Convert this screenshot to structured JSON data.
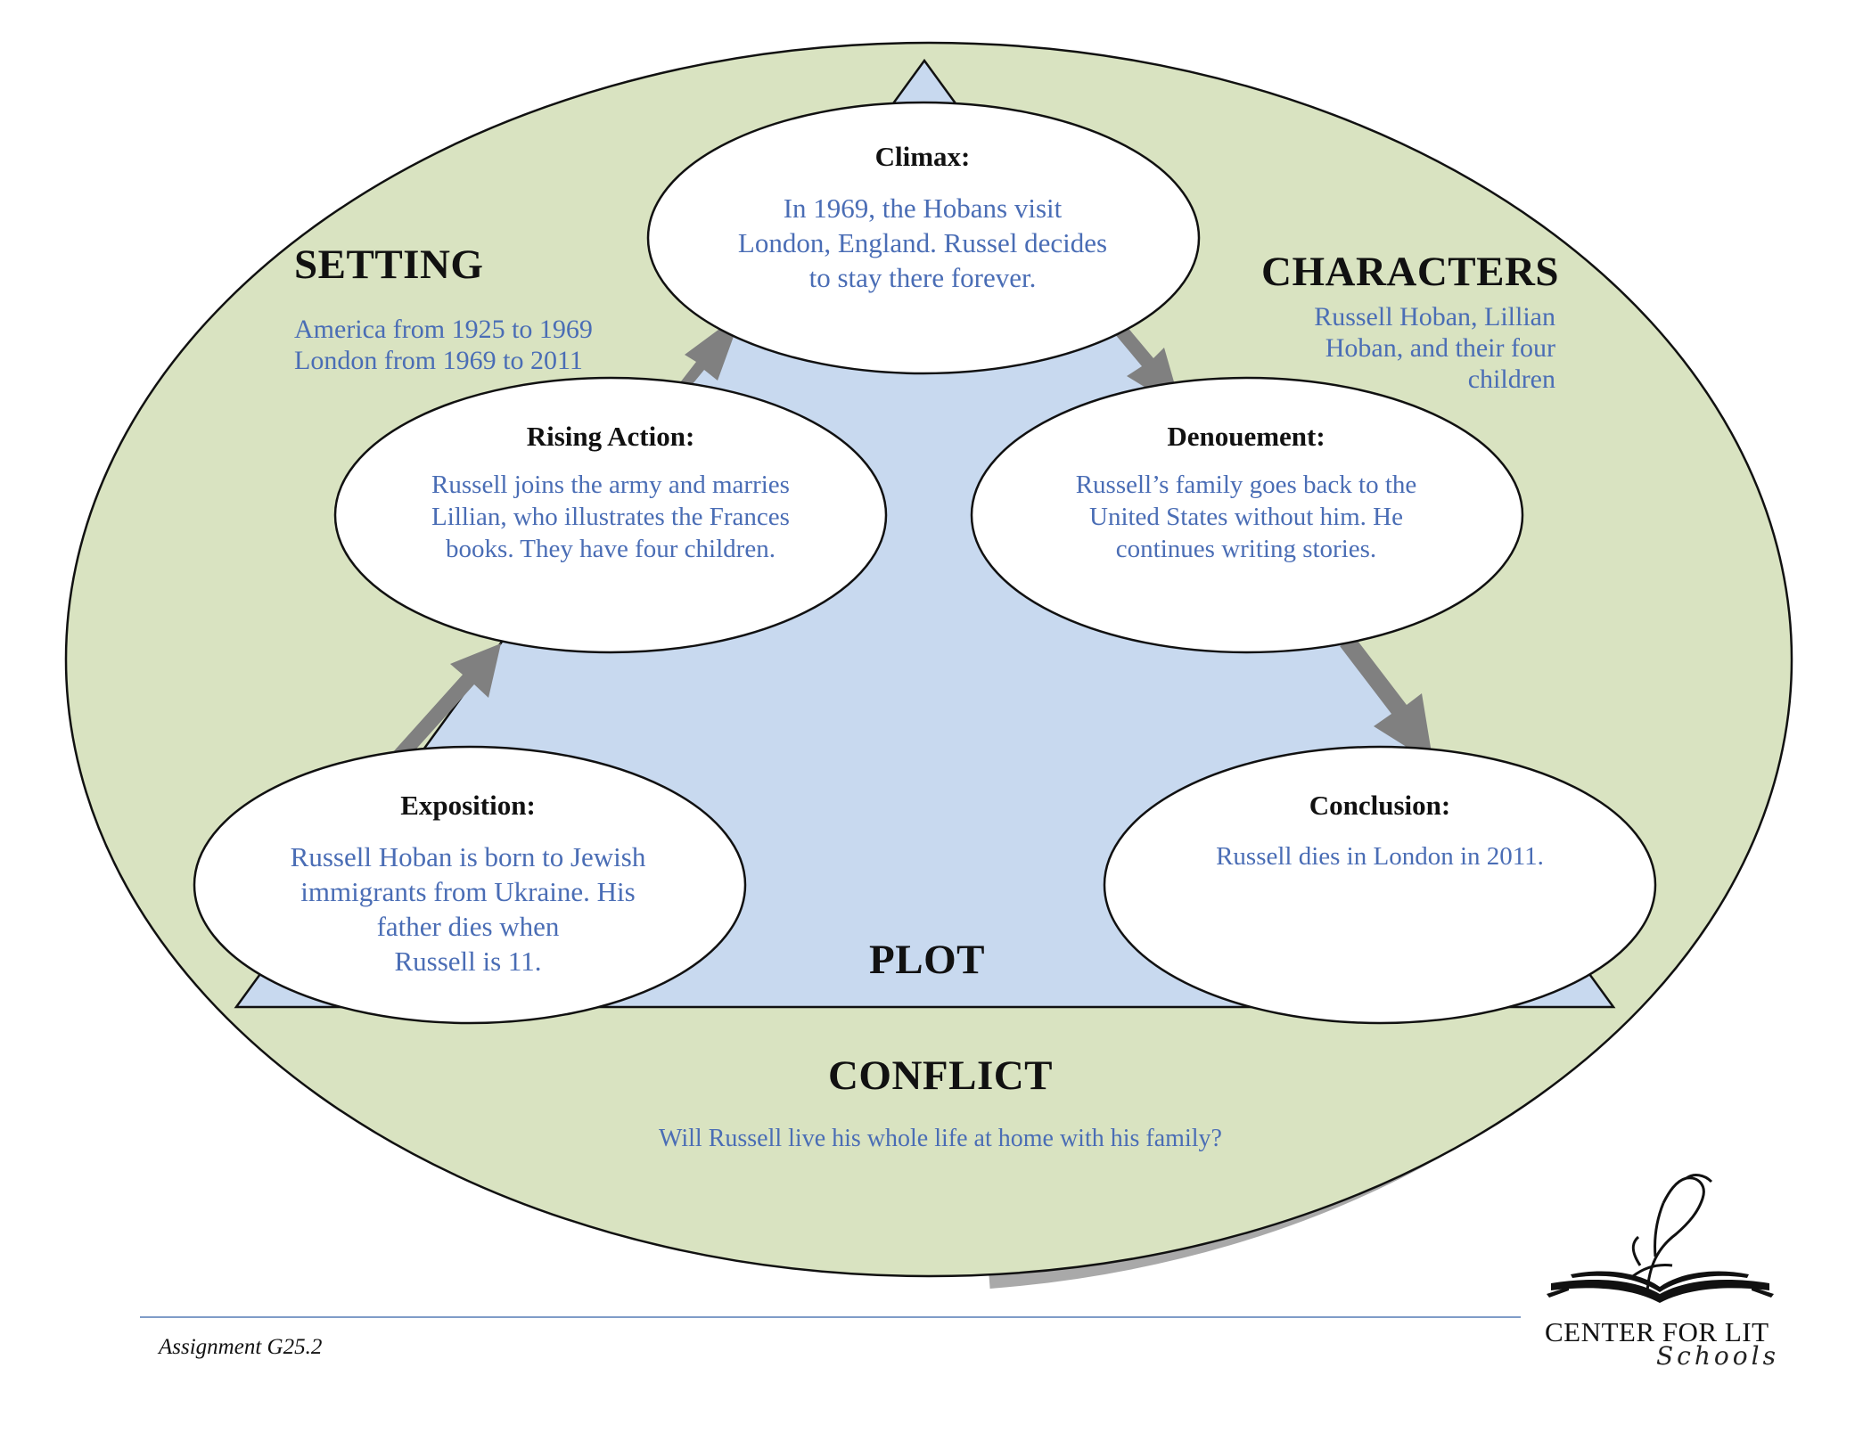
{
  "setting": {
    "heading": "SETTING",
    "lines": [
      "America from 1925 to 1969",
      "London from 1969 to 2011"
    ]
  },
  "characters": {
    "heading": "CHARACTERS",
    "lines": [
      "Russell Hoban, Lillian",
      "Hoban, and their four",
      "children"
    ]
  },
  "plot": {
    "heading": "PLOT"
  },
  "conflict": {
    "heading": "CONFLICT",
    "text": "Will Russell live his whole life at home with his family?"
  },
  "nodes": {
    "climax": {
      "title": "Climax:",
      "lines": [
        "In 1969, the Hobans visit",
        "London, England. Russel decides",
        "to stay there forever."
      ]
    },
    "rising_action": {
      "title": "Rising Action:",
      "lines": [
        "Russell joins the army and marries",
        "Lillian, who illustrates the Frances",
        "books. They have four children."
      ]
    },
    "denouement": {
      "title": "Denouement:",
      "lines": [
        "Russell’s family goes back to the",
        "United States without him. He",
        "continues writing stories."
      ]
    },
    "exposition": {
      "title": "Exposition:",
      "lines": [
        "Russell Hoban is born to Jewish",
        "immigrants from Ukraine. His",
        "father dies when",
        "Russell is 11."
      ]
    },
    "conclusion": {
      "title": "Conclusion:",
      "lines": [
        "Russell dies in London in 2011."
      ]
    }
  },
  "footer": {
    "assignment": "Assignment G25.2",
    "logo_main": "CENTER FOR LIT",
    "logo_sub": "Schools"
  },
  "colors": {
    "outer_ellipse_fill": "#d9e3c1",
    "triangle_fill": "#c8d9ef",
    "node_fill": "#ffffff",
    "arrow": "#808080",
    "body_text": "#4a6db5",
    "rule": "#7f9cc8"
  }
}
